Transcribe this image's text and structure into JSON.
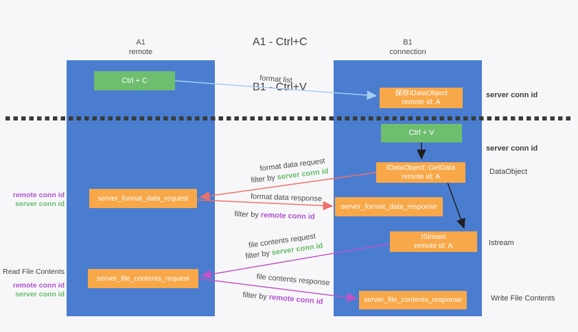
{
  "title": {
    "line1": "A1 - Ctrl+C",
    "line2": "B1 - Ctrl+V"
  },
  "lanes": {
    "a1": {
      "id": "A1",
      "role": "remote"
    },
    "b1": {
      "id": "B1",
      "role": "connection"
    }
  },
  "nodes": {
    "ctrl_c": "Ctrl + C",
    "ctrl_v": "Ctrl + V",
    "save_idataobject": {
      "line1": "保存IDataObject",
      "line2": "remote id: A"
    },
    "idataobject_getdata": {
      "line1": "IDataObject::GetData",
      "line2": "remote id: A"
    },
    "istream": {
      "line1": "IStream",
      "line2": "remote id: A"
    },
    "server_format_data_request": "server_format_data_request",
    "server_format_data_response": "server_format_data_response",
    "server_file_contents_request": "server_file_contents_request",
    "server_file_contents_response": "server_file_contents_response"
  },
  "arrow_labels": {
    "format_list": "format list",
    "format_data_request": "format data request",
    "format_data_response": "format data response",
    "file_contents_request": "file contents request",
    "file_contents_response": "file contents response",
    "filter_by": "filter by ",
    "server_conn_id": "server conn id",
    "remote_conn_id": "remote conn id"
  },
  "side_labels": {
    "server_conn_id": "server conn id",
    "remote_conn_id": "remote conn id",
    "dataobject": "DataObject",
    "istream": "Istream",
    "read_file_contents": "Read File Contents",
    "write_file_contents": "Write File Contents"
  },
  "colors": {
    "background": "#f7f7f9",
    "lane_blue": "#4a7dd0",
    "node_orange": "#f8a849",
    "node_green": "#6fbe70",
    "text_dark": "#3d3d3d",
    "label_green": "#67bd6b",
    "label_purple": "#b052d0",
    "arrow_lightblue": "#a6cdf2",
    "arrow_red": "#ef6f6a",
    "arrow_magenta": "#c353c9",
    "arrow_black": "#1f1f1f",
    "separator_dark": "#3a3a3a"
  }
}
